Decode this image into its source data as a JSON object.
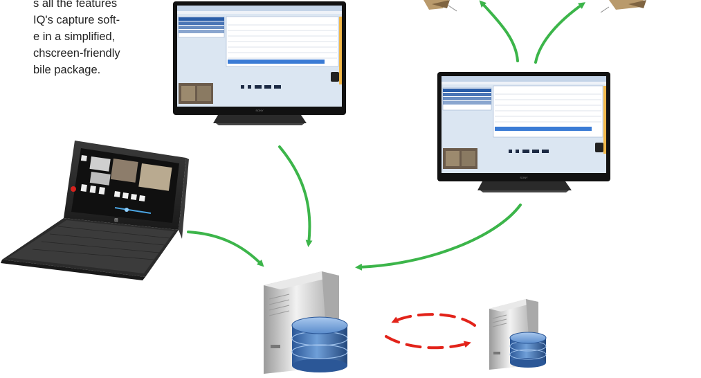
{
  "intro_text": {
    "lines": [
      "s all the features",
      "IQ's capture soft-",
      "e in a simplified,",
      "chscreen-friendly",
      "bile package."
    ]
  },
  "devices": {
    "monitor_top_brand": "SONY",
    "monitor_right_brand": "SONY",
    "tablet_os_mark": "⊞"
  },
  "colors": {
    "flow_arrow": "#3cb54a",
    "replication_arrow": "#e2231a",
    "screen_bg": "#dbe6f2",
    "monitor_frame": "#111111",
    "db_blue": "#3d6fb6"
  }
}
